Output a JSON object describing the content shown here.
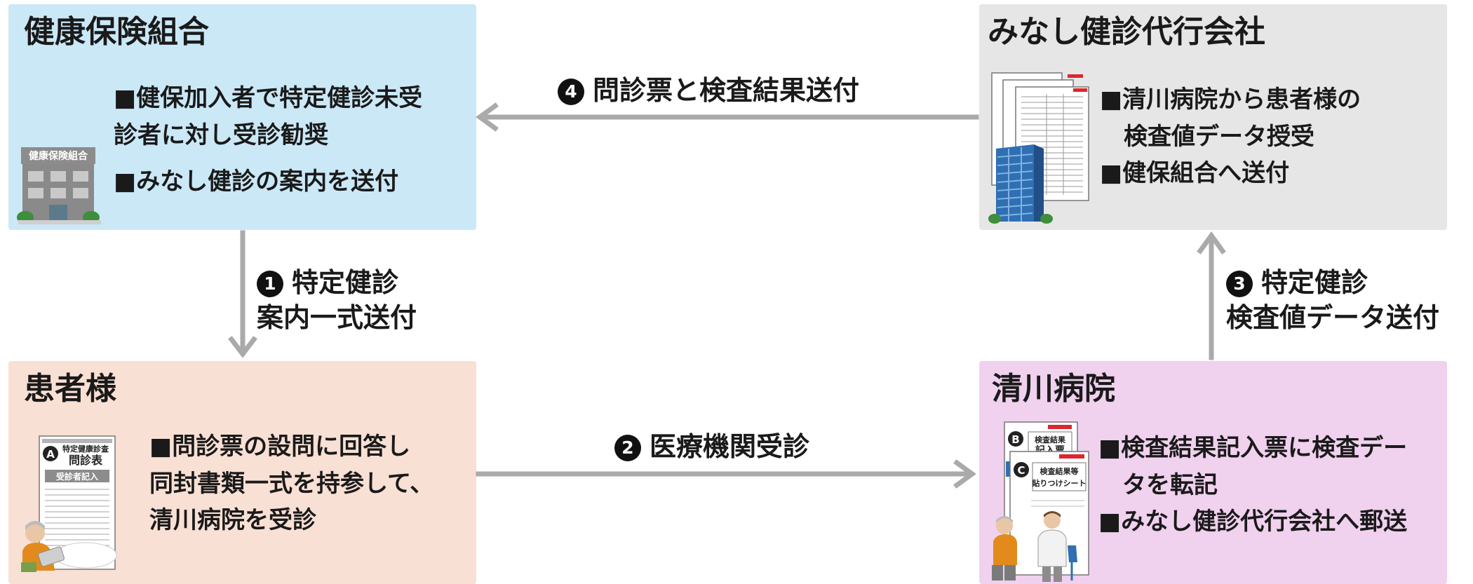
{
  "boxes": {
    "insurer": {
      "title": "健康保険組合",
      "lines": [
        "■健保加入者で特定健診未受",
        "診者に対し受診勧奨",
        "■みなし健診の案内を送付"
      ],
      "icon_sign": "健康保険組合",
      "color": "#cbe8f7"
    },
    "agency": {
      "title": "みなし健診代行会社",
      "lines": [
        "■清川病院から患者様の",
        "　検査値データ授受",
        "■健保組合へ送付"
      ],
      "color": "#e6e6e6"
    },
    "patient": {
      "title": "患者様",
      "lines": [
        "■問診票の設問に回答し",
        "同封書類一式を持参して、",
        "清川病院を受診"
      ],
      "doc_letter": "A",
      "doc_title": "特定健康診査",
      "doc_sub": "問診表",
      "doc_band": "受診者記入",
      "color": "#f9e0d4"
    },
    "hospital": {
      "title": "清川病院",
      "lines": [
        "■検査結果記入票に検査デー",
        "　タを転記",
        "■みなし健診代行会社へ郵送"
      ],
      "doc_b_letter": "B",
      "doc_b_title": "検査結果",
      "doc_b_sub": "記入票",
      "doc_c_letter": "C",
      "doc_c_title": "検査結果等",
      "doc_c_sub": "貼りつけシート",
      "color": "#f0d1ee"
    }
  },
  "arrows": {
    "a1": {
      "badge": "1",
      "line1": "特定健診",
      "line2": "案内一式送付"
    },
    "a2": {
      "badge": "2",
      "text": "医療機関受診"
    },
    "a3": {
      "badge": "3",
      "line1": "特定健診",
      "line2": "検査値データ送付"
    },
    "a4": {
      "badge": "4",
      "text": "問診票と検査結果送付"
    }
  },
  "arrow_color": "#aaaaaa"
}
